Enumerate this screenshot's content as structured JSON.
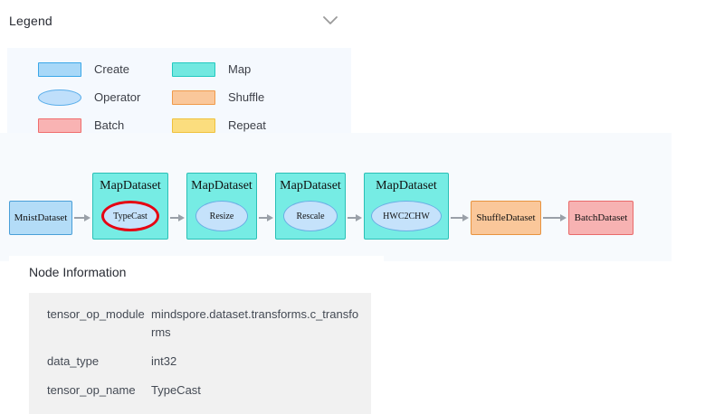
{
  "legend": {
    "title": "Legend",
    "collapse_icon": "chevron-down-icon",
    "items": [
      {
        "label": "Create",
        "shape": "rect",
        "color": "#a8d8f8",
        "border": "#3ba7e8"
      },
      {
        "label": "Map",
        "shape": "rect",
        "color": "#72e8e0",
        "border": "#22c9c0"
      },
      {
        "label": "Operator",
        "shape": "ellipse",
        "color": "#bfdffb",
        "border": "#5aaeea"
      },
      {
        "label": "Shuffle",
        "shape": "rect",
        "color": "#fac79a",
        "border": "#f09a4a"
      },
      {
        "label": "Batch",
        "shape": "rect",
        "color": "#f9b3b3",
        "border": "#ef6d6d"
      },
      {
        "label": "Repeat",
        "shape": "rect",
        "color": "#fbdd7e",
        "border": "#efc13c"
      }
    ]
  },
  "graph": {
    "nodes": [
      {
        "id": "mnist",
        "type": "create",
        "label": "MnistDataset"
      },
      {
        "id": "map1",
        "type": "map",
        "label": "MapDataset",
        "op": "TypeCast",
        "selected": true
      },
      {
        "id": "map2",
        "type": "map",
        "label": "MapDataset",
        "op": "Resize",
        "selected": false
      },
      {
        "id": "map3",
        "type": "map",
        "label": "MapDataset",
        "op": "Rescale",
        "selected": false
      },
      {
        "id": "map4",
        "type": "map",
        "label": "MapDataset",
        "op": "HWC2CHW",
        "selected": false
      },
      {
        "id": "shuffle",
        "type": "shuffle",
        "label": "ShuffleDataset"
      },
      {
        "id": "batch",
        "type": "batch",
        "label": "BatchDataset"
      }
    ],
    "selected_node": "TypeCast",
    "selection_color": "#e60012"
  },
  "node_information": {
    "title": "Node Information",
    "rows": [
      {
        "key": "tensor_op_module",
        "value": "mindspore.dataset.transforms.c_transforms"
      },
      {
        "key": "data_type",
        "value": "int32"
      },
      {
        "key": "tensor_op_name",
        "value": "TypeCast"
      }
    ]
  }
}
